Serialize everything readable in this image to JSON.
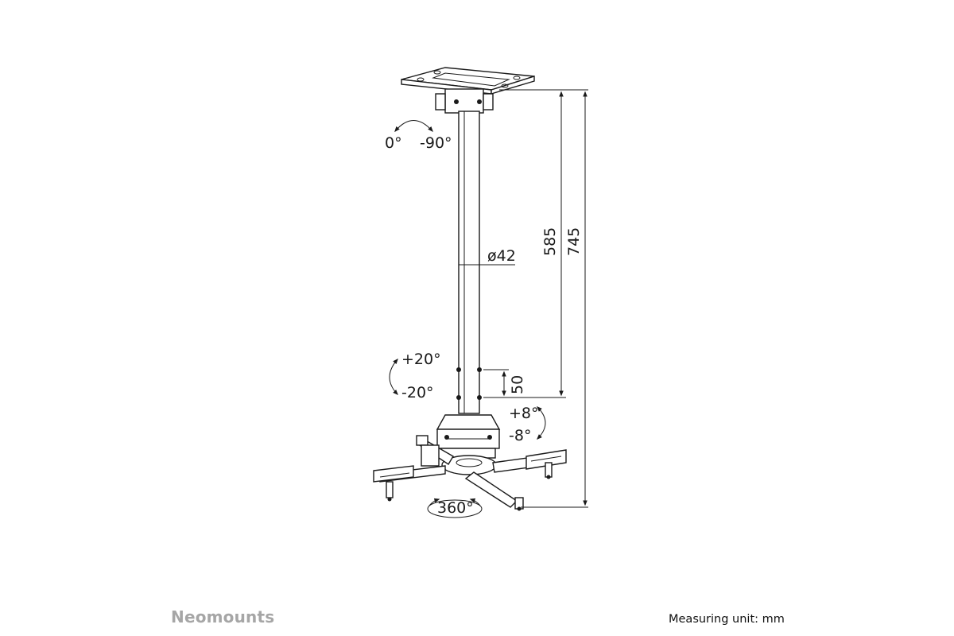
{
  "diagram": {
    "rotation_top": {
      "start": "0°",
      "end": "-90°"
    },
    "pole_diameter": "ø42",
    "height_min": "585",
    "height_max": "745",
    "tilt": {
      "up": "+20°",
      "down": "-20°"
    },
    "hole_spacing": "50",
    "roll": {
      "up": "+8°",
      "down": "-8°"
    },
    "swivel": "360°"
  },
  "footer": {
    "brand": "Neomounts",
    "measuring_unit": "Measuring unit: mm"
  }
}
